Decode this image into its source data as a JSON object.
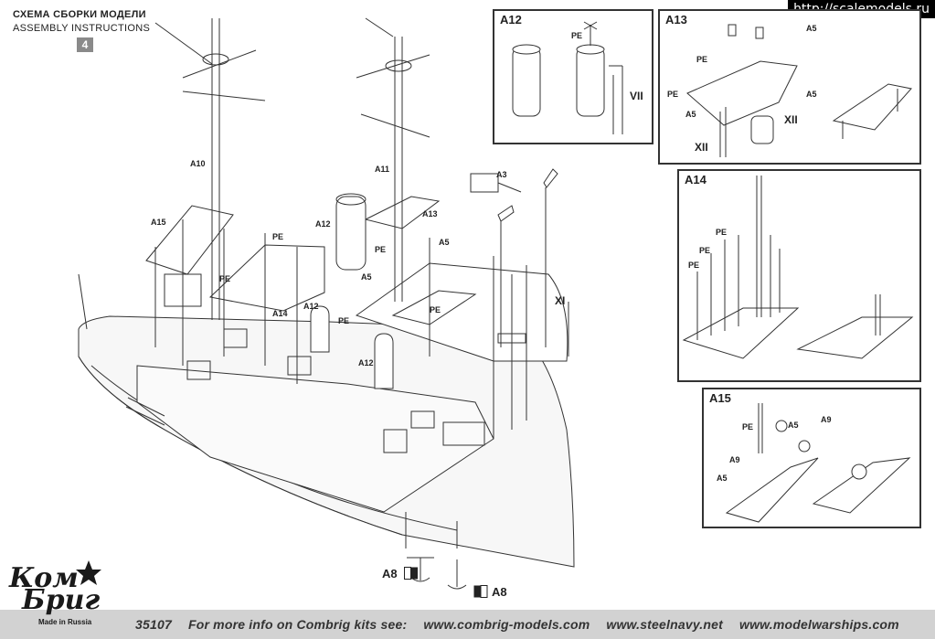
{
  "header": {
    "title_ru": "СХЕМА СБОРКИ МОДЕЛИ",
    "title_en": "ASSEMBLY INSTRUCTIONS",
    "step_number": "4"
  },
  "watermark": "http://scalemodels.ru",
  "panels": {
    "a12": {
      "label": "A12",
      "callouts": [
        "PE",
        "VII"
      ]
    },
    "a13": {
      "label": "A13",
      "callouts": [
        "PE",
        "PE",
        "A5",
        "A5",
        "A5",
        "XII",
        "XII"
      ]
    },
    "a14": {
      "label": "A14",
      "callouts": [
        "PE",
        "PE",
        "PE"
      ]
    },
    "a15": {
      "label": "A15",
      "callouts": [
        "PE",
        "A5",
        "A9",
        "A9",
        "A5"
      ]
    }
  },
  "main_callouts": {
    "a10": "A10",
    "a11": "A11",
    "a15": "A15",
    "a12_top": "A12",
    "a3": "A3",
    "a13": "A13",
    "pe1": "PE",
    "pe2": "PE",
    "pe3": "PE",
    "pe4": "PE",
    "pe5": "PE",
    "a5_1": "A5",
    "a5_2": "A5",
    "a14": "A14",
    "a12_mid": "A12",
    "a12_low": "A12",
    "xi": "XI",
    "a8_left": "A8",
    "a8_right": "A8"
  },
  "footer": {
    "code": "35107",
    "info": "For more info on Combrig kits see:",
    "site1": "www.combrig-models.com",
    "site2": "www.steelnavy.net",
    "site3": "www.modelwarships.com"
  },
  "logo": {
    "word1": "Ком",
    "word2": "Бриг",
    "tagline": "Made in Russia",
    "star_color": "#1a1a1a"
  }
}
